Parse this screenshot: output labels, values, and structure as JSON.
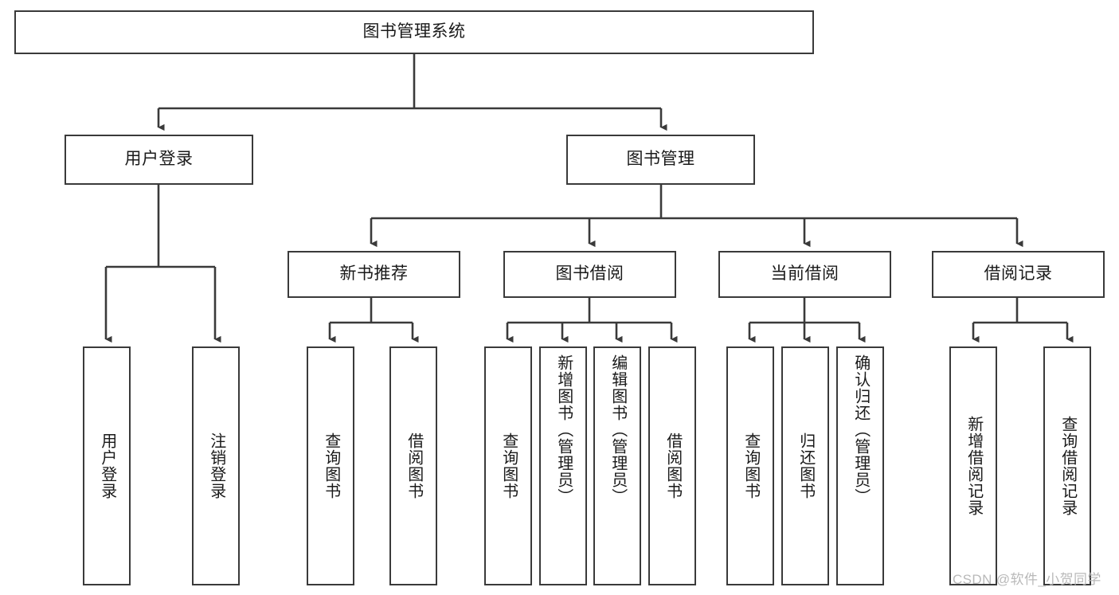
{
  "diagram": {
    "title": "图书管理系统",
    "type": "tree-hierarchy-chart",
    "watermark": "CSDN @软件_小贺同学",
    "colors": {
      "stroke": "#3a3a3a",
      "fill": "#ffffff",
      "text": "#1a1a1a",
      "watermark": "#b9b9b9"
    },
    "root": {
      "label": "图书管理系统"
    },
    "level2": [
      {
        "label": "用户登录"
      },
      {
        "label": "图书管理"
      }
    ],
    "level3": [
      {
        "label": "新书推荐"
      },
      {
        "label": "图书借阅"
      },
      {
        "label": "当前借阅"
      },
      {
        "label": "借阅记录"
      }
    ],
    "leaves": {
      "user_login": [
        {
          "label": "用户登录"
        },
        {
          "label": "注销登录"
        }
      ],
      "new_book": [
        {
          "label": "查询图书"
        },
        {
          "label": "借阅图书"
        }
      ],
      "book_borrow": [
        {
          "label": "查询图书"
        },
        {
          "label": "新增图书（管理员）"
        },
        {
          "label": "编辑图书（管理员）"
        },
        {
          "label": "借阅图书"
        }
      ],
      "current_borrow": [
        {
          "label": "查询图书"
        },
        {
          "label": "归还图书"
        },
        {
          "label": "确认归还（管理员）"
        }
      ],
      "borrow_record": [
        {
          "label": "新增借阅记录"
        },
        {
          "label": "查询借阅记录"
        }
      ]
    }
  }
}
